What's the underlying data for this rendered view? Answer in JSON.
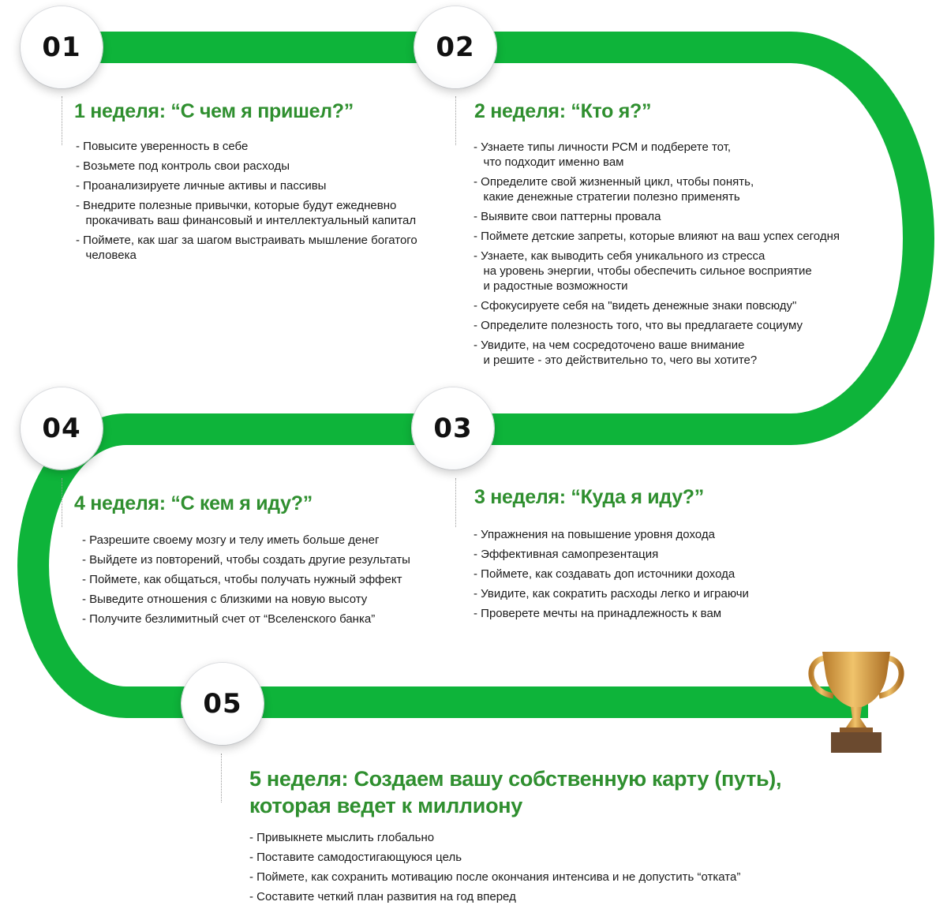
{
  "colors": {
    "track": "#0eb43a",
    "title": "#2f8f2f",
    "trophy_gold": "#d9a441",
    "trophy_base": "#6b4a2f"
  },
  "steps": [
    {
      "num": "01",
      "title": "1 неделя: “С чем я пришел?”",
      "items": [
        "- Повысите уверенность в себе",
        "- Возьмете под контроль свои расходы",
        "- Проанализируете личные активы и пассивы",
        "- Внедрите полезные привычки, которые будут ежедневно\n   прокачивать ваш финансовый и интеллектуальный капитал",
        "- Поймете, как шаг за шагом выстраивать мышление богатого\n   человека"
      ]
    },
    {
      "num": "02",
      "title": "2 неделя: “Кто я?”",
      "items": [
        "- Узнаете типы личности РСМ и подберете тот,\n   что подходит именно вам",
        "- Определите свой жизненный цикл, чтобы понять,\n   какие денежные стратегии полезно применять",
        "- Выявите свои паттерны провала",
        "- Поймете детские запреты, которые влияют на ваш успех сегодня",
        "- Узнаете, как выводить себя уникального из стресса\n   на уровень энергии, чтобы обеспечить сильное восприятие\n   и радостные возможности",
        "- Сфокусируете себя на \"видеть денежные знаки повсюду\"",
        "- Определите полезность того, что вы предлагаете социуму",
        "- Увидите, на чем сосредоточено ваше внимание\n   и решите - это действительно то, чего вы хотите?"
      ]
    },
    {
      "num": "03",
      "title": "3 неделя: “Куда я иду?”",
      "items": [
        "- Упражнения на повышение уровня дохода",
        "- Эффективная самопрезентация",
        "- Поймете, как создавать доп источники дохода",
        "- Увидите, как сократить расходы легко и играючи",
        "- Проверете мечты на принадлежность к вам"
      ]
    },
    {
      "num": "04",
      "title": "4 неделя: “С кем я иду?”",
      "items": [
        "- Разрешите своему мозгу и телу иметь больше денег",
        "- Выйдете из повторений, чтобы создать другие результаты",
        "- Поймете, как общаться, чтобы получать нужный эффект",
        "- Выведите отношения с близкими на новую высоту",
        "- Получите безлимитный счет от “Вселенского банка”"
      ]
    },
    {
      "num": "05",
      "title_line1": "5 неделя: Создаем вашу собственную карту (путь),",
      "title_line2": "которая ведет к миллиону",
      "items": [
        "- Привыкнете мыслить глобально",
        "- Поставите самодостигающуюся цель",
        "- Поймете, как сохранить мотивацию после окончания интенсива и не допустить “отката”",
        "- Составите четкий план развития на год вперед"
      ]
    }
  ],
  "trophy": {
    "icon": "trophy-icon"
  }
}
